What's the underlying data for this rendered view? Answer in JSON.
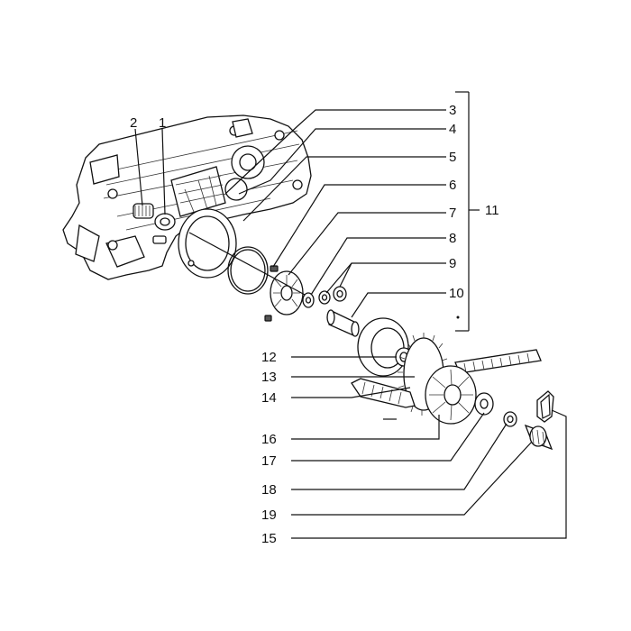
{
  "callouts": [
    {
      "id": "1",
      "label": "1"
    },
    {
      "id": "2",
      "label": "2"
    },
    {
      "id": "3",
      "label": "3"
    },
    {
      "id": "4",
      "label": "4"
    },
    {
      "id": "5",
      "label": "5"
    },
    {
      "id": "6",
      "label": "6"
    },
    {
      "id": "7",
      "label": "7"
    },
    {
      "id": "8",
      "label": "8"
    },
    {
      "id": "9",
      "label": "9"
    },
    {
      "id": "10",
      "label": "10"
    },
    {
      "id": "11",
      "label": "11"
    },
    {
      "id": "12",
      "label": "12"
    },
    {
      "id": "13",
      "label": "13"
    },
    {
      "id": "14",
      "label": "14"
    },
    {
      "id": "16",
      "label": "16"
    },
    {
      "id": "17",
      "label": "17"
    },
    {
      "id": "18",
      "label": "18"
    },
    {
      "id": "19",
      "label": "19"
    },
    {
      "id": "15",
      "label": "15"
    }
  ]
}
